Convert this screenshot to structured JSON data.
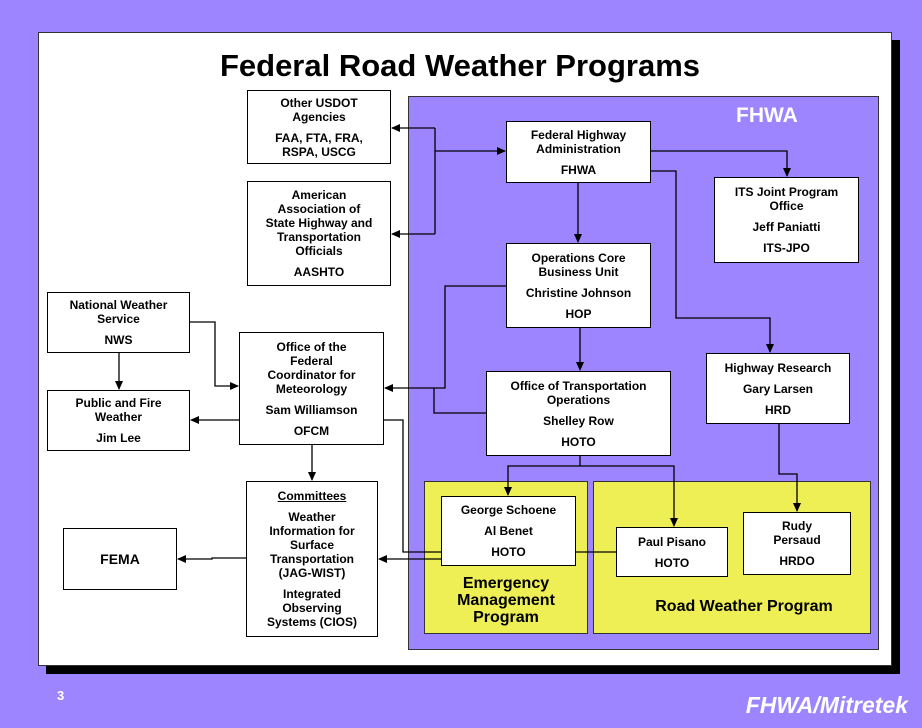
{
  "title": "Federal Road Weather Programs",
  "regions": {
    "fhwa": "FHWA",
    "emergency": [
      "Emergency",
      "Management",
      "Program"
    ],
    "road_weather": "Road Weather Program"
  },
  "boxes": {
    "usdot": [
      "Other USDOT",
      "Agencies",
      "FAA, FTA, FRA,",
      "RSPA, USCG"
    ],
    "aashto": [
      "American",
      "Association of",
      "State Highway and",
      "Transportation",
      "Officials",
      "AASHTO"
    ],
    "nws": [
      "National Weather",
      "Service",
      "NWS"
    ],
    "public_fire": [
      "Public and Fire",
      "Weather",
      "Jim Lee"
    ],
    "ofcm": [
      "Office of the",
      "Federal",
      "Coordinator for",
      "Meteorology",
      "Sam Williamson",
      "OFCM"
    ],
    "committees": [
      "Committees",
      "Weather",
      "Information for",
      "Surface",
      "Transportation",
      "(JAG-WIST)",
      "Integrated",
      "Observing",
      "Systems (CIOS)"
    ],
    "fema": "FEMA",
    "fhwa_admin": [
      "Federal Highway",
      "Administration",
      "FHWA"
    ],
    "itsjpo": [
      "ITS Joint Program",
      "Office",
      "Jeff Paniatti",
      "ITS-JPO"
    ],
    "hop": [
      "Operations Core",
      "Business Unit",
      "Christine Johnson",
      "HOP"
    ],
    "hoto": [
      "Office of Transportation",
      "Operations",
      "Shelley Row",
      "HOTO"
    ],
    "hrd": [
      "Highway Research",
      "Gary Larsen",
      "HRD"
    ],
    "schoene": [
      "George Schoene",
      "Al Benet",
      "HOTO"
    ],
    "pisano": [
      "Paul Pisano",
      "HOTO"
    ],
    "persaud": [
      "Rudy",
      "Persaud",
      "HRDO"
    ]
  },
  "page_number": "3",
  "brand": "FHWA/Mitretek"
}
